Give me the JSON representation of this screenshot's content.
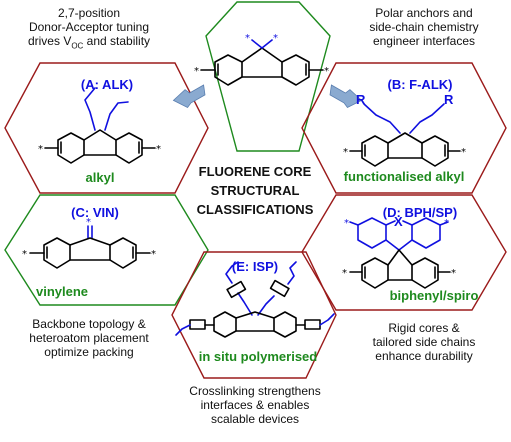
{
  "center": {
    "title_lines": [
      "FLUORENE CORE",
      "STRUCTURAL",
      "CLASSIFICATIONS"
    ]
  },
  "captions": {
    "top_left": {
      "line1": "2,7-position",
      "line2": "Donor-Acceptor tuning",
      "line3_prefix": "drives V",
      "line3_sub": "OC",
      "line3_suffix": " and stability"
    },
    "top_right": [
      "Polar anchors and",
      "side-chain chemistry",
      "engineer interfaces"
    ],
    "mid_left": [
      "Backbone topology &",
      "heteroatom placement",
      "optimize packing"
    ],
    "mid_right": [
      "Rigid cores &",
      "tailored side chains",
      "enhance durability"
    ],
    "bottom": [
      "Crosslinking strengthens",
      "interfaces & enables",
      "scalable devices"
    ]
  },
  "hexagons": {
    "A": {
      "label": "(A: ALK)",
      "name": "alkyl"
    },
    "B": {
      "label": "(B: F-ALK)",
      "name": "functionalised alkyl",
      "substituent": "R"
    },
    "C": {
      "label": "(C: VIN)",
      "name": "vinylene"
    },
    "D": {
      "label": "(D: BPH/SP)",
      "name": "biphenyl/spiro",
      "heteroatom": "X"
    },
    "E": {
      "label": "(E: ISP)",
      "name": "in situ polymerised"
    }
  },
  "symbols": {
    "end_group": "*"
  },
  "colors": {
    "red_border": "#9b1b1b",
    "green_border": "#1e8a1e",
    "blue_text": "#1010e0",
    "green_text": "#1e8a1e",
    "arrow": "#8aaad0"
  }
}
